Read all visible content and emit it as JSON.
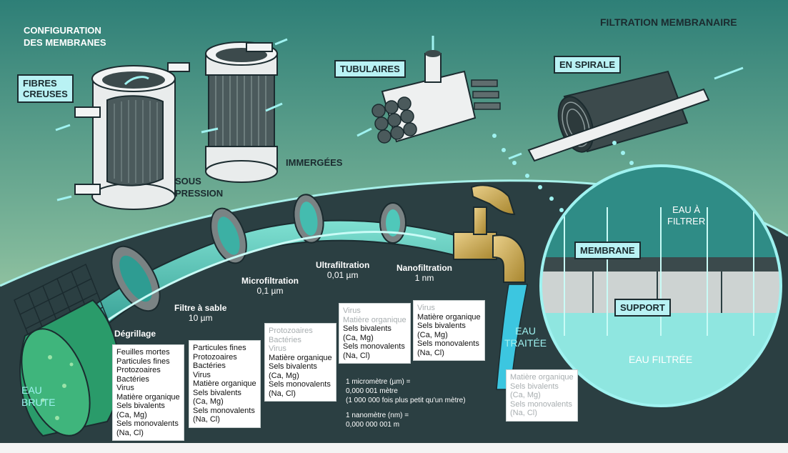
{
  "titles": {
    "config": "CONFIGURATION\nDES MEMBRANES",
    "main": "FILTRATION MEMBRANAIRE"
  },
  "config_labels": {
    "fibres": "FIBRES\nCREUSES",
    "tubulaires": "TUBULAIRES",
    "spirale": "EN SPIRALE",
    "sous_pression": "SOUS\nPRESSION",
    "immergees": "IMMERGÉES"
  },
  "stages": [
    {
      "name": "Dégrillage",
      "size": ""
    },
    {
      "name": "Filtre à sable",
      "size": "10 µm"
    },
    {
      "name": "Microfiltration",
      "size": "0,1 µm"
    },
    {
      "name": "Ultrafiltration",
      "size": "0,01 µm"
    },
    {
      "name": "Nanofiltration",
      "size": "1 nm"
    }
  ],
  "cards": [
    {
      "id": "degrillage",
      "items": [
        {
          "text": "Feuilles mortes",
          "retained": true
        },
        {
          "text": "Particules fines",
          "retained": true
        },
        {
          "text": "Protozoaires",
          "retained": true
        },
        {
          "text": "Bactéries",
          "retained": true
        },
        {
          "text": "Virus",
          "retained": true
        },
        {
          "text": "Matière organique",
          "retained": true
        },
        {
          "text": "Sels bivalents",
          "retained": true
        },
        {
          "text": "(Ca, Mg)",
          "retained": true
        },
        {
          "text": "Sels monovalents",
          "retained": true
        },
        {
          "text": "(Na, Cl)",
          "retained": true
        }
      ]
    },
    {
      "id": "sable",
      "items": [
        {
          "text": "Particules fines",
          "retained": true
        },
        {
          "text": "Protozoaires",
          "retained": true
        },
        {
          "text": "Bactéries",
          "retained": true
        },
        {
          "text": "Virus",
          "retained": true
        },
        {
          "text": "Matière organique",
          "retained": true
        },
        {
          "text": "Sels bivalents",
          "retained": true
        },
        {
          "text": "(Ca, Mg)",
          "retained": true
        },
        {
          "text": "Sels monovalents",
          "retained": true
        },
        {
          "text": "(Na, Cl)",
          "retained": true
        }
      ]
    },
    {
      "id": "micro",
      "items": [
        {
          "text": "Protozoaires",
          "retained": false
        },
        {
          "text": "Bactéries",
          "retained": false
        },
        {
          "text": "Virus",
          "retained": false
        },
        {
          "text": "Matière organique",
          "retained": true
        },
        {
          "text": "Sels bivalents",
          "retained": true
        },
        {
          "text": "(Ca, Mg)",
          "retained": true
        },
        {
          "text": "Sels monovalents",
          "retained": true
        },
        {
          "text": "(Na, Cl)",
          "retained": true
        }
      ]
    },
    {
      "id": "ultra",
      "items": [
        {
          "text": "Virus",
          "retained": false
        },
        {
          "text": "Matière organique",
          "retained": false
        },
        {
          "text": "Sels bivalents",
          "retained": true
        },
        {
          "text": "(Ca, Mg)",
          "retained": true
        },
        {
          "text": "Sels monovalents",
          "retained": true
        },
        {
          "text": "(Na, Cl)",
          "retained": true
        }
      ]
    },
    {
      "id": "nano",
      "items": [
        {
          "text": "Virus",
          "retained": false
        },
        {
          "text": "Matière organique",
          "retained": true
        },
        {
          "text": "Sels bivalents",
          "retained": true
        },
        {
          "text": "(Ca, Mg)",
          "retained": true
        },
        {
          "text": "Sels monovalents",
          "retained": true
        },
        {
          "text": "(Na, Cl)",
          "retained": true
        }
      ]
    },
    {
      "id": "traitee",
      "items": [
        {
          "text": "Matière organique",
          "retained": false
        },
        {
          "text": "Sels bivalents",
          "retained": false
        },
        {
          "text": "(Ca, Mg)",
          "retained": false
        },
        {
          "text": "Sels monovalents",
          "retained": false
        },
        {
          "text": "(Na, Cl)",
          "retained": false
        }
      ]
    }
  ],
  "water": {
    "brute": "EAU\nBRUTE",
    "traitee": "EAU\nTRAITÉE"
  },
  "zoom": {
    "eau_a_filtrer": "EAU À\nFILTRER",
    "membrane": "MEMBRANE",
    "support": "SUPPORT",
    "eau_filtree": "EAU FILTRÉE"
  },
  "units_note": [
    "1 micromètre (µm) =",
    "0,000 001 mètre",
    "(1 000 000 fois plus petit qu'un mètre)",
    "",
    "1 nanomètre (nm) =",
    "0,000 000 001 m"
  ],
  "colors": {
    "bg_top": "#2f8077",
    "bg_bottom": "#cfe7b6",
    "dark": "#2b3f42",
    "water": "#3fbfb5",
    "accent": "#9ff2f0",
    "ink": "#1b2b2f"
  }
}
